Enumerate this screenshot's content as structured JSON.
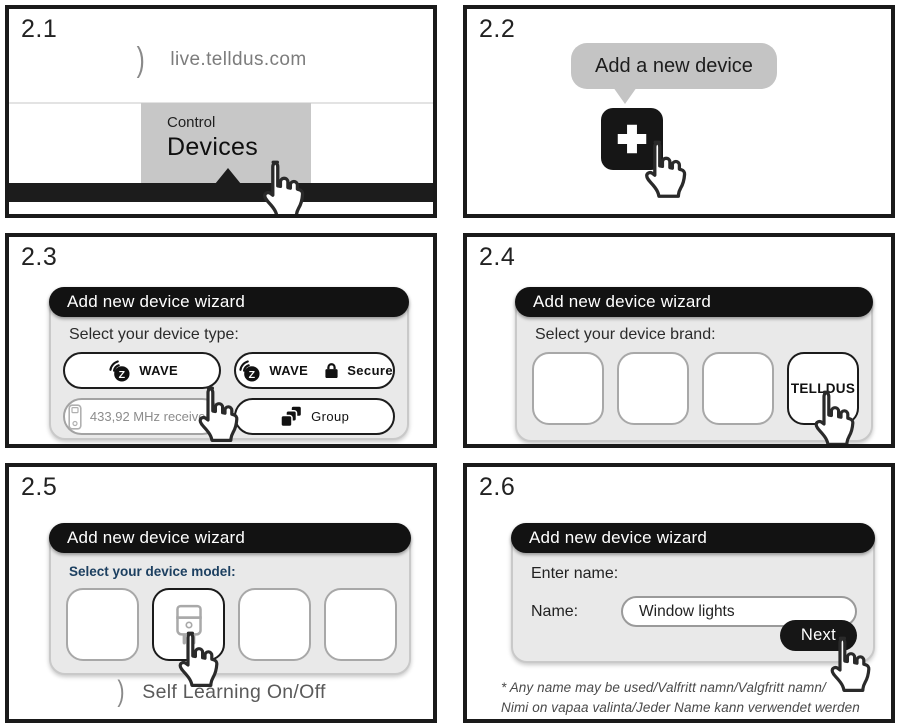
{
  "colors": {
    "panel_border": "#1a1a1a",
    "wizard_header_bg": "#121212",
    "wizard_body_bg": "#e9e9e9",
    "menu_highlight_bg": "#c7c7c7",
    "tooltip_bg": "#c4c4c4",
    "model_prompt_text": "#1c3f60"
  },
  "icons": {
    "breadcrumb_chevron": "arc-chevron-icon",
    "hand_cursor": "hand-pointer-icon",
    "add_device": "plus-icon",
    "zwave": "zwave-logo-icon",
    "secure_lock": "lock-icon",
    "group": "stacked-squares-icon",
    "receiver_433": "receiver-device-icon",
    "device_model_plug": "plug-device-icon"
  },
  "panel_21": {
    "step": "2.1",
    "site_label": "live.telldus.com",
    "menu_secondary": "Control",
    "menu_primary": "Devices"
  },
  "panel_22": {
    "step": "2.2",
    "tooltip_label": "Add a new device"
  },
  "panel_23": {
    "step": "2.3",
    "wizard_title": "Add new device wizard",
    "prompt": "Select your device type:",
    "zwave_label": "WAVE",
    "zwave_secure_label": "WAVE",
    "secure_label": "Secure",
    "receivers_label": "433,92 MHz receivers",
    "group_label": "Group"
  },
  "panel_24": {
    "step": "2.4",
    "wizard_title": "Add new device wizard",
    "prompt": "Select your device brand:",
    "brand_telldus_label": "TELLDUS"
  },
  "panel_25": {
    "step": "2.5",
    "wizard_title": "Add new device wizard",
    "prompt": "Select your device model:",
    "hint_label": "Self Learning On/Off"
  },
  "panel_26": {
    "step": "2.6",
    "wizard_title": "Add new device wizard",
    "prompt": "Enter name:",
    "name_label": "Name:",
    "name_value": "Window lights",
    "next_label": "Next",
    "footnote_line1": "* Any name may be used/Valfritt namn/Valgfritt namn/",
    "footnote_line2": "Nimi on vapaa valinta/Jeder Name kann verwendet werden"
  }
}
